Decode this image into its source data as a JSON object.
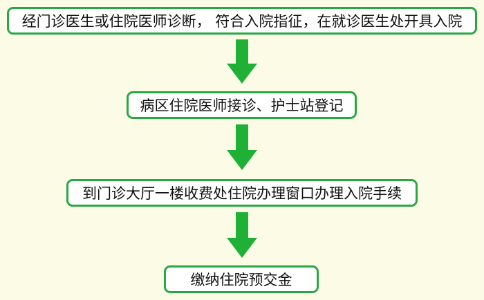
{
  "diagram": {
    "steps": [
      {
        "label": "经门诊医生或住院医师诊断， 符合入院指征，在就诊医生处开具入院"
      },
      {
        "label": "病区住院医师接诊、护士站登记"
      },
      {
        "label": "到门诊大厅一楼收费处住院办理窗口办理入院手续"
      },
      {
        "label": "缴纳住院预交金"
      }
    ]
  },
  "colors": {
    "box_border": "#27a844",
    "arrow_fill": "#1fb135",
    "background": "#fbfbe6"
  }
}
